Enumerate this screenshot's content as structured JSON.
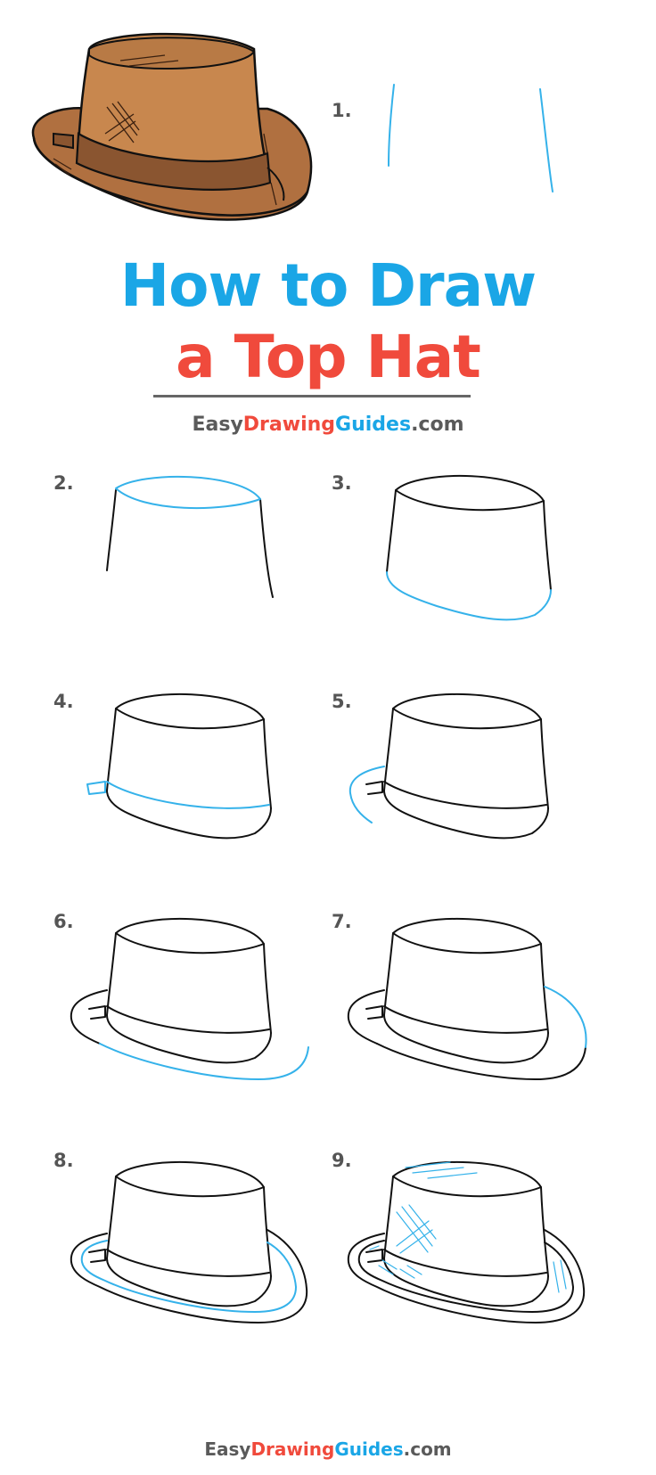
{
  "title": {
    "line1": "How to Draw",
    "line2": "a Top Hat",
    "line1_color": "#1aa6e6",
    "line2_color": "#f04a3c"
  },
  "brand": {
    "part1": "Easy",
    "part2": "Drawing",
    "part3": "Guides",
    "part4": ".com"
  },
  "steps": [
    "1.",
    "2.",
    "3.",
    "4.",
    "5.",
    "6.",
    "7.",
    "8.",
    "9."
  ],
  "colors": {
    "hat_brown": "#c8874e",
    "hat_band": "#8a5530",
    "new_line_blue": "#35b2ea",
    "outline": "#111111"
  }
}
